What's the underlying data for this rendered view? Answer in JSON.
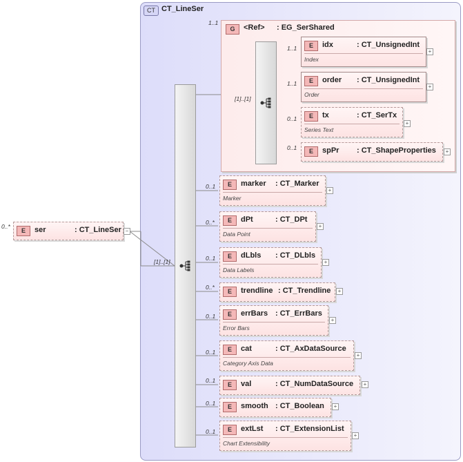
{
  "complex_type": {
    "badge": "CT",
    "name": "CT_LineSer"
  },
  "root": {
    "badge": "E",
    "name": "ser",
    "type": ": CT_LineSer",
    "cardinality": "0..*"
  },
  "main_sequence": {
    "cardinality": "[1]..[1]"
  },
  "group": {
    "badge": "G",
    "name": "<Ref>",
    "type": ": EG_SerShared",
    "cardinality": "1..1",
    "sequence_cardinality": "[1]..[1]"
  },
  "group_elements": [
    {
      "badge": "E",
      "name": "idx",
      "type": ": CT_UnsignedInt",
      "desc": "Index",
      "cardinality": "1..1"
    },
    {
      "badge": "E",
      "name": "order",
      "type": ": CT_UnsignedInt",
      "desc": "Order",
      "cardinality": "1..1"
    },
    {
      "badge": "E",
      "name": "tx",
      "type": ": CT_SerTx",
      "desc": "Series Text",
      "cardinality": "0..1"
    },
    {
      "badge": "E",
      "name": "spPr",
      "type": ": CT_ShapeProperties",
      "desc": "",
      "cardinality": "0..1"
    }
  ],
  "elements": [
    {
      "badge": "E",
      "name": "marker",
      "type": ": CT_Marker",
      "desc": "Marker",
      "cardinality": "0..1"
    },
    {
      "badge": "E",
      "name": "dPt",
      "type": ": CT_DPt",
      "desc": "Data Point",
      "cardinality": "0..*"
    },
    {
      "badge": "E",
      "name": "dLbls",
      "type": ": CT_DLbls",
      "desc": "Data Labels",
      "cardinality": "0..1"
    },
    {
      "badge": "E",
      "name": "trendline",
      "type": ": CT_Trendline",
      "desc": "",
      "cardinality": "0..*"
    },
    {
      "badge": "E",
      "name": "errBars",
      "type": ": CT_ErrBars",
      "desc": "Error Bars",
      "cardinality": "0..1"
    },
    {
      "badge": "E",
      "name": "cat",
      "type": ": CT_AxDataSource",
      "desc": "Category Axis Data",
      "cardinality": "0..1"
    },
    {
      "badge": "E",
      "name": "val",
      "type": ": CT_NumDataSource",
      "desc": "",
      "cardinality": "0..1"
    },
    {
      "badge": "E",
      "name": "smooth",
      "type": ": CT_Boolean",
      "desc": "",
      "cardinality": "0..1"
    },
    {
      "badge": "E",
      "name": "extLst",
      "type": ": CT_ExtensionList",
      "desc": "Chart Extensibility",
      "cardinality": "0..1"
    }
  ],
  "expand_symbol": "+",
  "collapse_symbol": "−"
}
